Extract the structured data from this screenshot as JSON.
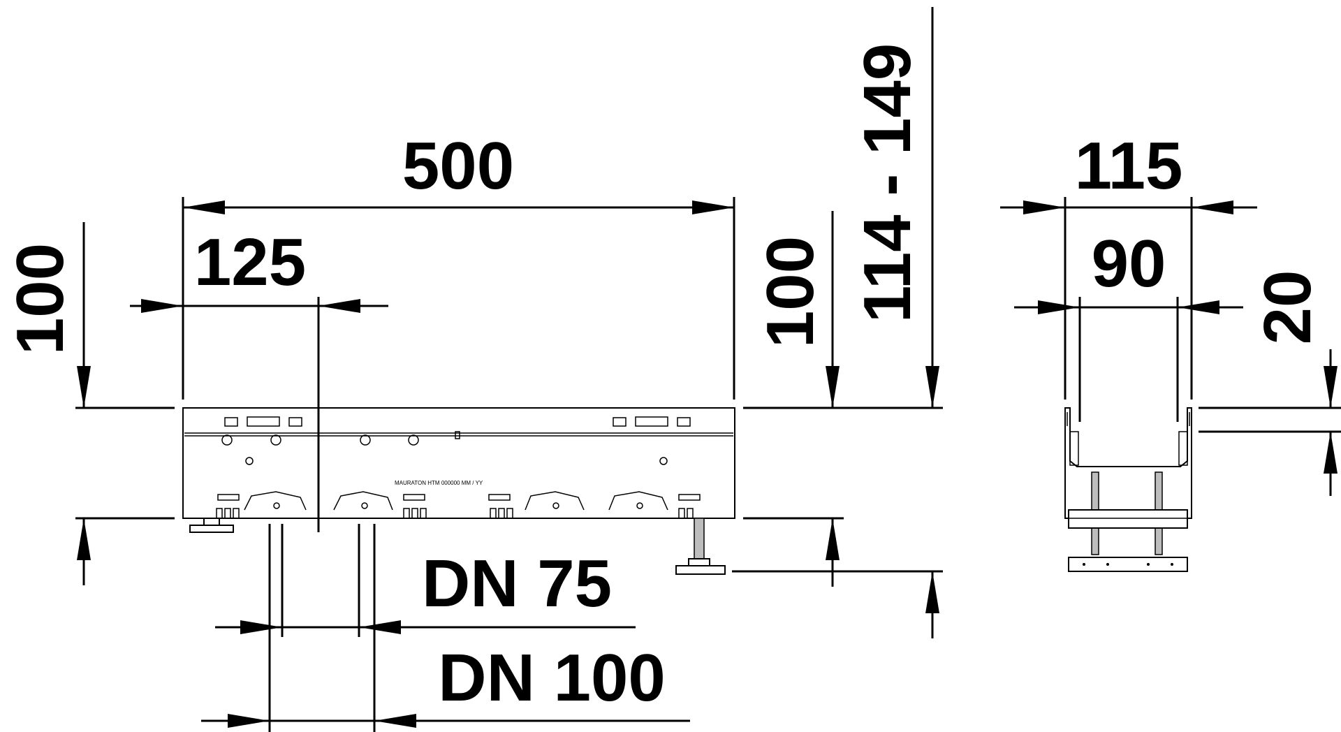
{
  "dimensions": {
    "length_total": "500",
    "offset_pipe_center": "125",
    "height_left": "100",
    "height_right": "100",
    "height_range": "114 - 149",
    "width_outer": "115",
    "width_inner": "90",
    "flange_height": "20",
    "pipe_dn75": "DN 75",
    "pipe_dn100": "DN 100"
  },
  "colors": {
    "line": "#000000",
    "background": "#ffffff",
    "rod": "#bdbdbd"
  }
}
